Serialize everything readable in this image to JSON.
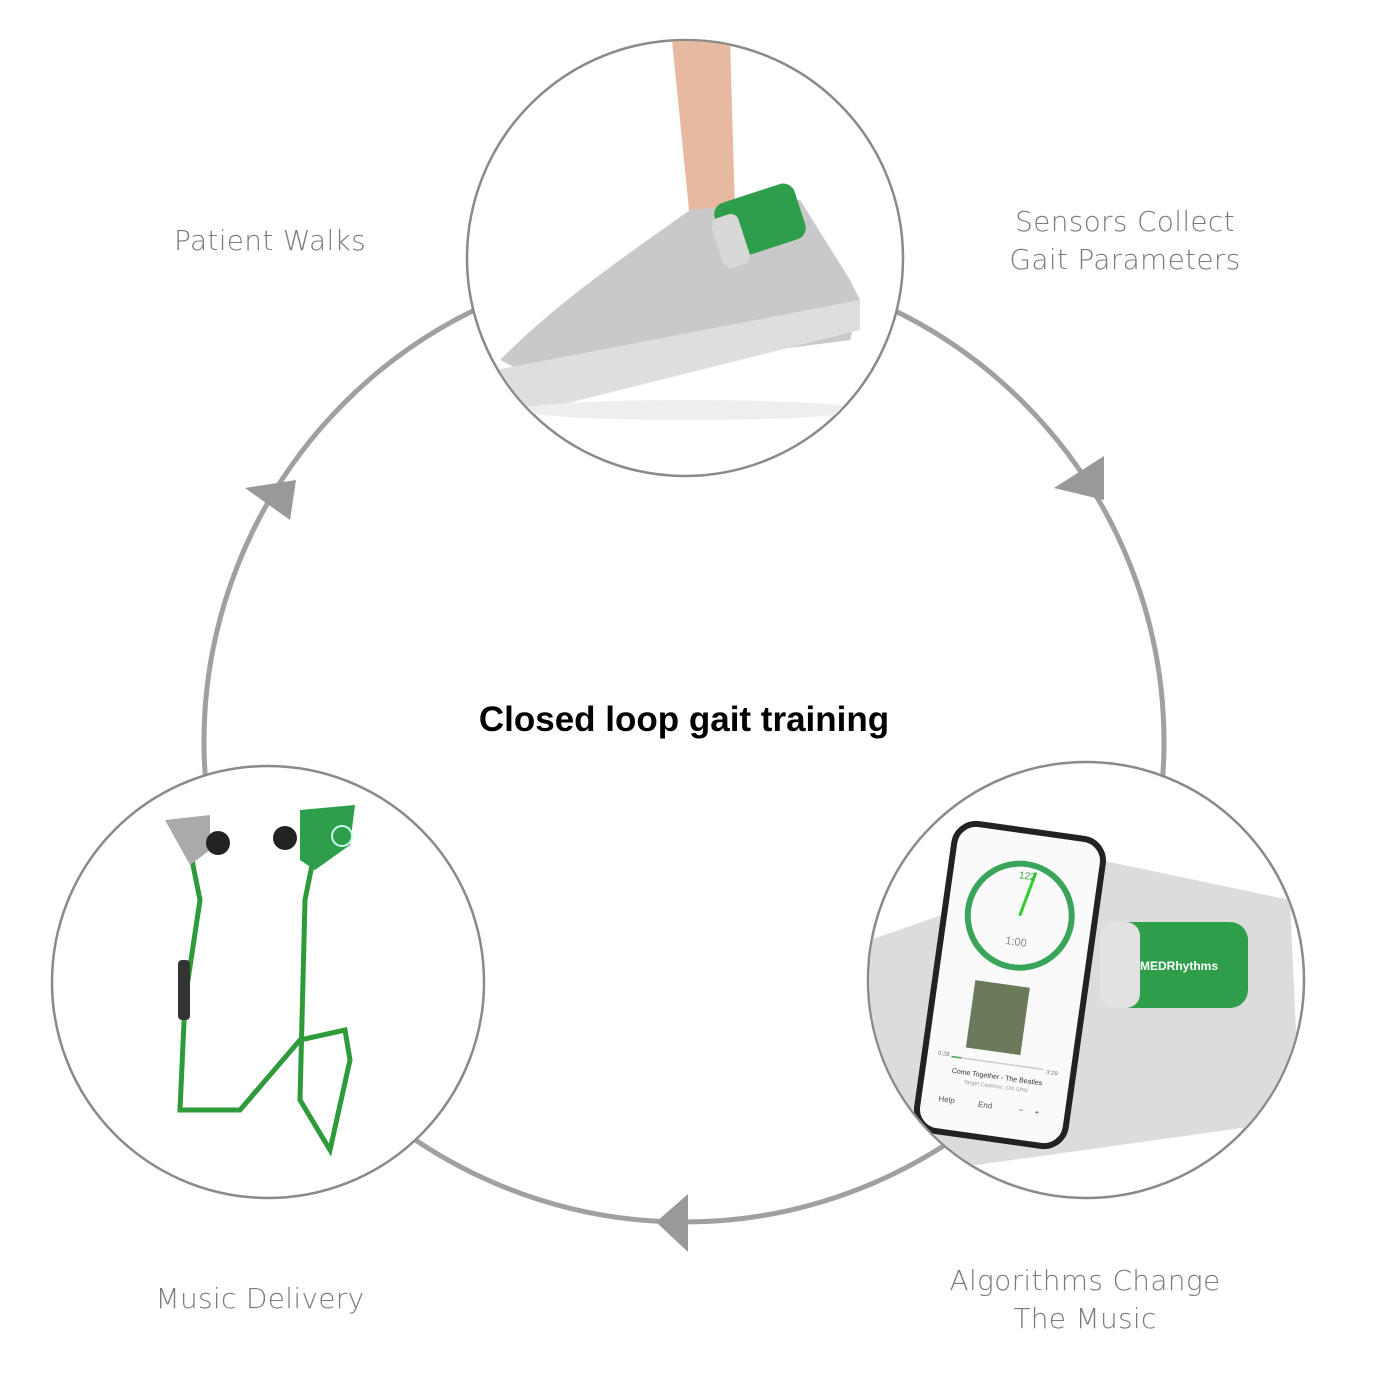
{
  "title": "Closed loop gait training",
  "steps": [
    {
      "label": "Patient Walks",
      "image": "shoe-with-sensor"
    },
    {
      "label_lines": [
        "Sensors Collect",
        "Gait Parameters"
      ],
      "image": "ankle-sensor"
    },
    {
      "label_lines": [
        "Algorithms Change",
        "The Music"
      ],
      "image": "phone-app-and-sensor"
    },
    {
      "label": "Music Delivery",
      "image": "earphones"
    }
  ],
  "device": {
    "brand": "MEDRhythms"
  },
  "phone_screen": {
    "cadence": "122",
    "timer": "1:00",
    "elapsed": "0:28",
    "total": "3:29",
    "song": "Come Together - The Beatles",
    "target": "Target Cadence: 120 SPM",
    "buttons": [
      "Help",
      "End",
      "−",
      "+"
    ]
  },
  "colors": {
    "ring": "#9a9a9a",
    "accent": "#2e9e4a",
    "text": "#7a7a7a"
  }
}
